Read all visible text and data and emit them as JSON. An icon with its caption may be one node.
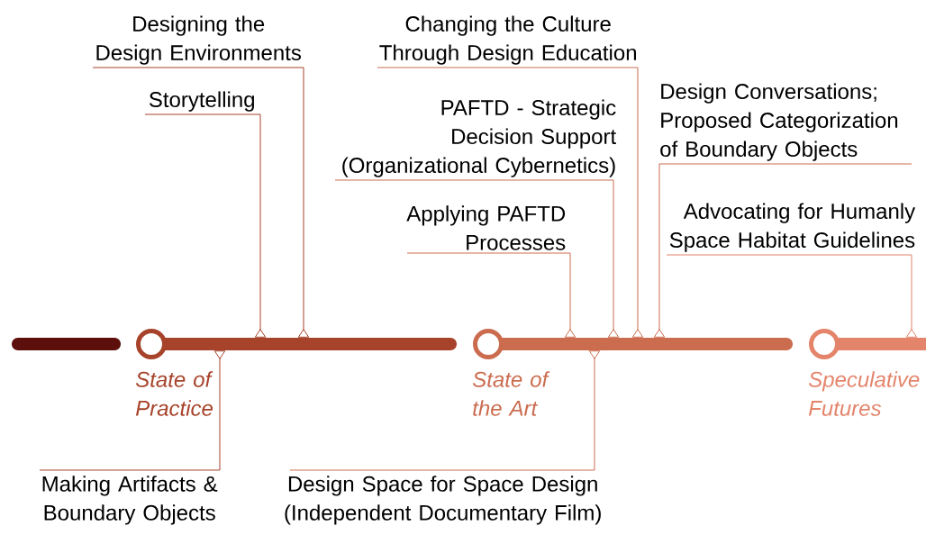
{
  "diagram": {
    "nodes": [
      {
        "text": [],
        "shape": "bar"
      },
      {
        "text": [
          "State of Practice"
        ]
      },
      {
        "text": [
          "State of the Art"
        ]
      },
      {
        "text": [
          "Speculative Futures"
        ]
      },
      {
        "text": [
          "Designing the Design Environments"
        ]
      },
      {
        "text": [
          "Storytelling"
        ]
      },
      {
        "text": [
          "Changing the Culture Through Design Education"
        ]
      },
      {
        "text": [
          "Design Conversations; Proposed Categorization of Boundary Objects"
        ]
      },
      {
        "text": [
          "PAFTD - Strategic Decision Support (Organizational Cybernetics)"
        ]
      },
      {
        "text": [
          "Applying PAFTD Processes"
        ]
      },
      {
        "text": [
          "Advocating for Humanly Space Habitat Guidelines"
        ]
      },
      {
        "text": [
          "Making Artifacts & Boundary Objects"
        ]
      },
      {
        "text": [
          "Design Space for Space Design (Independent Documentary Film)"
        ]
      }
    ],
    "edges": [
      {
        "from": 4,
        "to": 1,
        "arrow": "other",
        "color": "#a6432a"
      },
      {
        "from": 5,
        "to": 1,
        "arrow": "other",
        "color": "#a6432a"
      },
      {
        "from": 6,
        "to": 2,
        "arrow": "other"
      },
      {
        "from": 7,
        "to": 2,
        "arrow": "other"
      },
      {
        "from": 8,
        "to": 2,
        "arrow": "other"
      },
      {
        "from": 9,
        "to": 2,
        "arrow": "other"
      },
      {
        "from": 10,
        "to": 3,
        "arrow": "other",
        "color": "#e4846b"
      },
      {
        "from": 11,
        "to": 1,
        "arrow": "other",
        "color": "#a6432a"
      },
      {
        "from": 12,
        "to": 2,
        "arrow": "other"
      }
    ]
  }
}
